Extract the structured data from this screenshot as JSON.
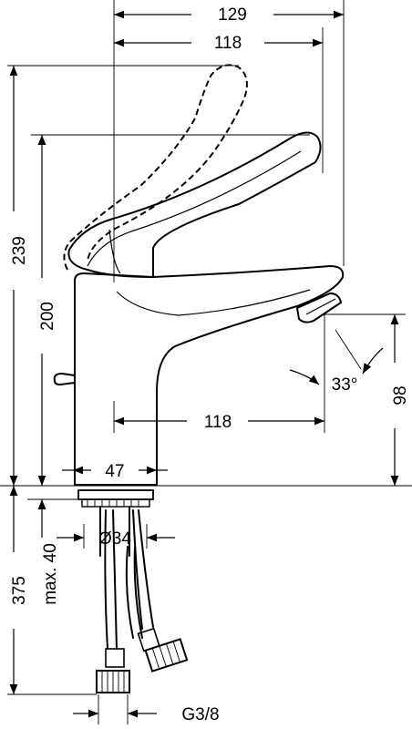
{
  "dimensions": {
    "width_total": "129",
    "width_lever": "118",
    "height_lever_raised": "239",
    "height_body": "200",
    "reach_spout": "118",
    "base_width": "47",
    "spout_clearance": "98",
    "spout_angle": "33°",
    "hole_diameter": "Ø34",
    "max_deck": "max. 40",
    "hose_length": "375",
    "thread": "G3/8"
  }
}
